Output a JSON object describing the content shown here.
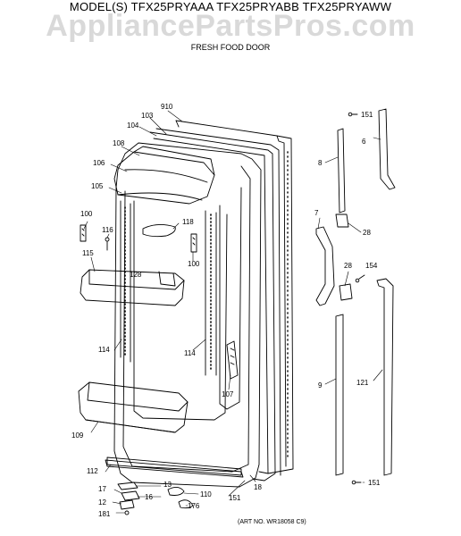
{
  "header": {
    "models": "MODEL(S) TFX25PRYAAA  TFX25PRYABB  TFX25PRYAWW",
    "watermark": "AppliancePartsPros.com",
    "subtitle": "FRESH FOOD DOOR"
  },
  "footer": {
    "art_number": "(ART NO. WR18058 C9)"
  },
  "callouts": {
    "c910": "910",
    "c103": "103",
    "c104": "104",
    "c108": "108",
    "c106": "106",
    "c105": "105",
    "c100a": "100",
    "c116": "116",
    "c118": "118",
    "c100b": "100",
    "c115": "115",
    "c128a": "128",
    "c114a": "114",
    "c114b": "114",
    "c107": "107",
    "c109": "109",
    "c112": "112",
    "c13": "13",
    "c17": "17",
    "c16": "16",
    "c12": "12",
    "c181": "181",
    "c110": "110",
    "c176": "176",
    "c151a": "151",
    "c18": "18",
    "c151b": "151",
    "c6": "6",
    "c8": "8",
    "c7": "7",
    "c28a": "28",
    "c28b": "28",
    "c154": "154",
    "c9": "9",
    "c121": "121",
    "c151c": "151"
  }
}
